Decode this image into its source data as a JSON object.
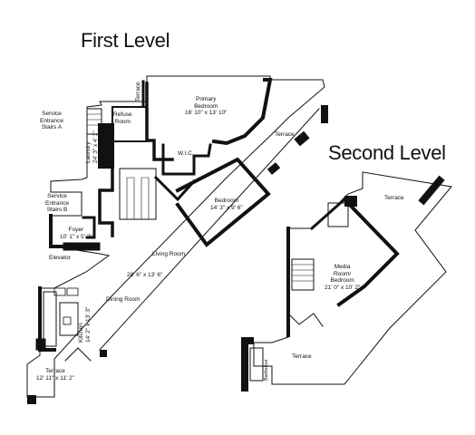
{
  "levels": {
    "first": "First Level",
    "second": "Second Level"
  },
  "rooms": {
    "terrace_top_small": "Terrace",
    "primary_bedroom": "Primary",
    "primary_bedroom_2": "Bedroom",
    "primary_bedroom_dim": "16' 10\" x 13' 10\"",
    "service_stairs_a_1": "Service",
    "service_stairs_a_2": "Entrance",
    "service_stairs_a_3": "Stairs A",
    "refuse_1": "Refuse",
    "refuse_2": "Room",
    "laundry": "Laundry",
    "laundry_dim": "24' 3\" x 4' 1\"",
    "wic": "W.I.C.",
    "terrace_first_right": "Terrace",
    "bedroom": "Bedroom",
    "bedroom_dim": "14' 3\" x 9' 6\"",
    "service_stairs_b_1": "Service",
    "service_stairs_b_2": "Entrance",
    "service_stairs_b_3": "Stairs B",
    "foyer": "Foyer",
    "foyer_dim": "10' 1\" x 5' 3\"",
    "elevator": "Elevator",
    "living_room": "Living Room",
    "living_room_dim": "28' 6\" x 13' 6\"",
    "dining_room": "Dining Room",
    "kitchen": "Kitchen",
    "kitchen_dim": "14' 2\" x 13' 3\"",
    "terrace_bottom": "Terrace",
    "terrace_bottom_dim": "12' 11\" x 11' 2\"",
    "terrace_second_top": "Terrace",
    "media_room_1": "Media",
    "media_room_2": "Room/",
    "media_room_3": "Bedroom",
    "media_room_dim": "21' 0\" x 10' 2\"",
    "terrace_second_bottom": "Terrace",
    "barbecue": "Barbecue"
  }
}
